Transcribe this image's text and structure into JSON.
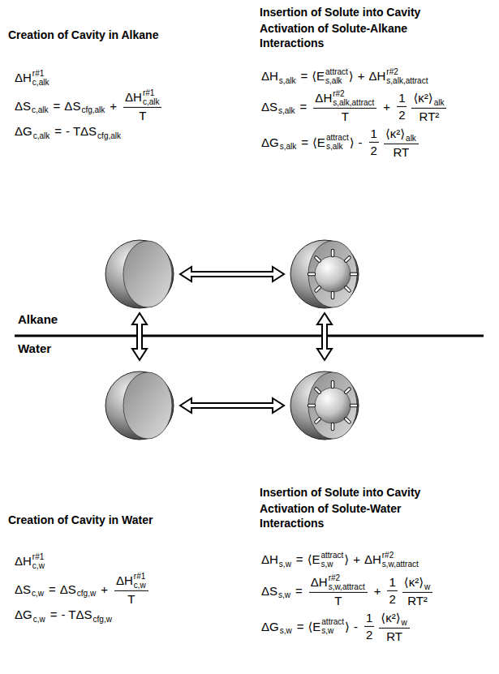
{
  "diagram": {
    "labels": [
      "Creation of Cavity in Alkane",
      "Insertion of Solute into Cavity",
      "Activation of Solute-Alkane Interactions",
      "ΔH",
      "r#1",
      "c,alk",
      "ΔS",
      "c,alk",
      "=",
      "ΔS",
      "cfg,alk",
      "+",
      "ΔH",
      "r#1",
      "c,alk",
      "T",
      "ΔG",
      "c,alk",
      "=",
      "- TΔS",
      "cfg,alk",
      "ΔH",
      "s,alk",
      "=",
      "⟨E",
      "attract",
      "s,alk",
      "⟩",
      "+",
      "ΔH",
      "r#2",
      "s,alk,attract",
      "ΔS",
      "s,alk",
      "=",
      "ΔH",
      "r#2",
      "s,alk,attract",
      "T",
      "+",
      "1",
      "2",
      "⟨κ²⟩",
      "alk",
      "RT²",
      "ΔG",
      "s,alk",
      "=",
      "⟨E",
      "attract",
      "s,alk",
      "⟩",
      "-",
      "1",
      "2",
      "⟨κ²⟩",
      "alk",
      "RT",
      "Alkane",
      "Water",
      "Creation of Cavity in Water",
      "Insertion of Solute into Cavity",
      "Activation of Solute-Water Interactions",
      "ΔH",
      "r#1",
      "c,w",
      "ΔS",
      "c,w",
      "=",
      "ΔS",
      "cfg,w",
      "+",
      "ΔH",
      "r#1",
      "c,w",
      "T",
      "ΔG",
      "c,w",
      "=",
      "- TΔS",
      "cfg,w",
      "ΔH",
      "s,w",
      "=",
      "⟨E",
      "attract",
      "s,w",
      "⟩",
      "+",
      "ΔH",
      "r#2",
      "s,w,attract",
      "ΔS",
      "s,w",
      "=",
      "ΔH",
      "r#2",
      "s,w,attract",
      "T",
      "+",
      "1",
      "2",
      "⟨κ²⟩",
      "w",
      "RT²",
      "ΔG",
      "s,w",
      "=",
      "⟨E",
      "attract",
      "s,w",
      "⟩",
      "-",
      "1",
      "2",
      "⟨κ²⟩",
      "w",
      "RT"
    ]
  }
}
